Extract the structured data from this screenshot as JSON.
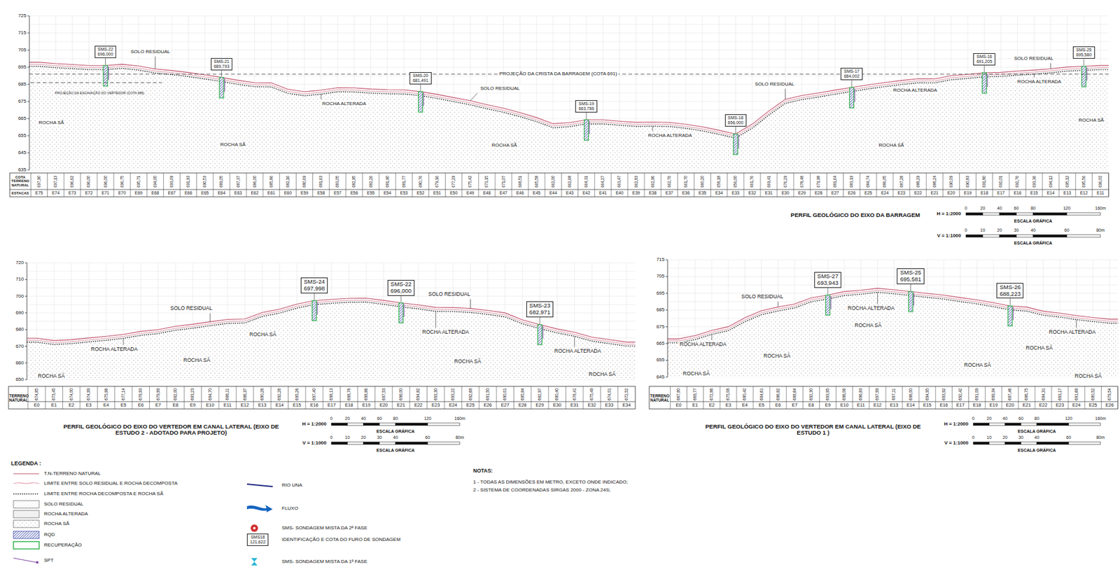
{
  "diagram": {
    "nodes": [
      {
        "text": [
          "SMS-22",
          "696,000"
        ]
      },
      {
        "text": [
          "SMS-21",
          "689,793"
        ]
      },
      {
        "text": [
          "SMS-20",
          "681,491"
        ]
      },
      {
        "text": [
          "SMS-19",
          "663,786"
        ]
      },
      {
        "text": [
          "SMS-18",
          "656,000"
        ]
      },
      {
        "text": [
          "SMS-17",
          "684,002"
        ]
      },
      {
        "text": [
          "SMS-16",
          "691,205"
        ]
      },
      {
        "text": [
          "SMS-25",
          "695,580"
        ]
      },
      {
        "text": [
          "SMS-24",
          "697,998"
        ]
      },
      {
        "text": [
          "SMS-22",
          "696,000"
        ]
      },
      {
        "text": [
          "SMS-23",
          "682,971"
        ]
      },
      {
        "text": [
          "SMS-27",
          "693,943"
        ]
      },
      {
        "text": [
          "SMS-25",
          "695,581"
        ]
      },
      {
        "text": [
          "SMS-26",
          "688,223"
        ]
      },
      {
        "text": [
          "SMS18",
          "121,622"
        ]
      }
    ],
    "labels": [
      "725",
      "715",
      "705",
      "695",
      "685",
      "675",
      "665",
      "655",
      "645",
      "635",
      "COTA TERRENO NATURAL",
      "ESTACAS",
      "697,90",
      "697,13",
      "696,62",
      "696,00",
      "696,00",
      "696,75",
      "695,71",
      "694,00",
      "693,09",
      "691,93",
      "690,53",
      "689,05",
      "687,37",
      "686,00",
      "685,86",
      "682,16",
      "680,69",
      "681,63",
      "683,05",
      "682,95",
      "682,26",
      "681,90",
      "681,77",
      "680,76",
      "679,16",
      "677,29",
      "675,42",
      "673,15",
      "671,07",
      "668,51",
      "665,58",
      "662,00",
      "662,68",
      "664,31",
      "664,27",
      "663,47",
      "662,83",
      "662,96",
      "662,76",
      "661,70",
      "660,20",
      "658,18",
      "656,00",
      "661,76",
      "669,41",
      "676,29",
      "678,48",
      "679,98",
      "681,64",
      "683,19",
      "684,74",
      "686,05",
      "687,28",
      "688,29",
      "688,24",
      "690,09",
      "690,83",
      "691,80",
      "692,01",
      "692,76",
      "693,36",
      "694,12",
      "695,12",
      "695,56",
      "696,02",
      "E75",
      "E74",
      "E73",
      "E72",
      "E71",
      "E70",
      "E69",
      "E68",
      "E67",
      "E66",
      "E65",
      "E64",
      "E63",
      "E62",
      "E61",
      "E60",
      "E59",
      "E58",
      "E57",
      "E56",
      "E55",
      "E54",
      "E53",
      "E52",
      "E51",
      "E50",
      "E49",
      "E48",
      "E47",
      "E46",
      "E45",
      "E44",
      "E43",
      "E42",
      "E41",
      "E40",
      "E39",
      "E38",
      "E37",
      "E36",
      "E35",
      "E34",
      "E33",
      "E32",
      "E31",
      "E30",
      "E29",
      "E28",
      "E27",
      "E26",
      "E25",
      "E24",
      "E23",
      "E22",
      "E21",
      "E20",
      "E19",
      "E18",
      "E17",
      "E16",
      "E15",
      "E14",
      "E13",
      "E12",
      "E11",
      "SOLO RESIDUAL",
      "PROJEÇÃO DA CRISTA DA BARRAGEM (COTA 691)",
      "PROJEÇÃO DA ESCAVAÇÃO DO VERTEDOR (COTA 686)",
      "ROCHA ALTERADA",
      "SOLO RESIDUAL",
      "ROCHA ALTERADA",
      "SOLO RESIDUAL",
      "ROCHA ALTERADA",
      "SOLO RESIDUAL",
      "ROCHA ALTERADA",
      "ROCHA SÃ",
      "ROCHA SÃ",
      "ROCHA SÃ",
      "ROCHA SÃ",
      "ROCHA SÃ",
      "PERFIL GEOLÓGICO DO EIXO DA BARRAGEM",
      "H = 1:2000",
      "0",
      "20",
      "40",
      "60",
      "80",
      "120",
      "160m",
      "ESCALA GRÁFICA",
      "V = 1:1000",
      "0",
      "10",
      "20",
      "30",
      "40",
      "60",
      "80m",
      "ESCALA GRÁFICA",
      "720",
      "710",
      "700",
      "690",
      "680",
      "670",
      "660",
      "650",
      "TERRENO NATURAL",
      "674,85",
      "673,45",
      "674,00",
      "674,99",
      "675,96",
      "677,14",
      "678,93",
      "679,99",
      "682,00",
      "683,23",
      "684,70",
      "686,11",
      "686,37",
      "690,26",
      "692,26",
      "695,26",
      "697,40",
      "698,13",
      "698,76",
      "698,86",
      "697,53",
      "696,00",
      "694,82",
      "693,30",
      "693,22",
      "692,68",
      "691,50",
      "690,01",
      "685,84",
      "682,97",
      "680,40",
      "678,41",
      "675,49",
      "674,01",
      "672,52",
      "E0",
      "E1",
      "E2",
      "E3",
      "E4",
      "E5",
      "E6",
      "E7",
      "E8",
      "E9",
      "E10",
      "E11",
      "E12",
      "E13",
      "E14",
      "E15",
      "E16",
      "E17",
      "E18",
      "E19",
      "E20",
      "E21",
      "E22",
      "E23",
      "E24",
      "E25",
      "E26",
      "E27",
      "E28",
      "E29",
      "E30",
      "E31",
      "E32",
      "E33",
      "E34",
      "SOLO RESIDUAL",
      "ROCHA ALTERADA",
      "ROCHA SÃ",
      "ROCHA SÃ",
      "SOLO RESIDUAL",
      "ROCHA ALTERADA",
      "ROCHA SÃ",
      "ROCHA ALTERADA",
      "ROCHA SÃ",
      "ROCHA SÃ",
      "PERFIL GEOLÓGICO DO EIXO DO VERTEDOR EM CANAL LATERAL (EIXO DE ESTUDO 2 - ADOTADO PARA PROJETO)",
      "H = 1:2000",
      "0",
      "20",
      "40",
      "60",
      "80",
      "120",
      "160m",
      "ESCALA GRÁFICA",
      "V = 1:1000",
      "0",
      "10",
      "20",
      "30",
      "40",
      "60",
      "80m",
      "ESCALA GRÁFICA",
      "715",
      "705",
      "695",
      "685",
      "675",
      "665",
      "655",
      "645",
      "TERRENO NATURAL",
      "667,80",
      "669,77",
      "672,86",
      "675,08",
      "680,42",
      "684,61",
      "686,82",
      "688,64",
      "692,30",
      "693,95",
      "696,06",
      "696,83",
      "697,99",
      "697,11",
      "696,00",
      "694,95",
      "693,92",
      "692,42",
      "691,09",
      "689,34",
      "687,46",
      "686,75",
      "684,31",
      "683,17",
      "681,68",
      "680,52",
      "679,54",
      "E0",
      "E1",
      "E2",
      "E3",
      "E4",
      "E5",
      "E6",
      "E7",
      "E8",
      "E9",
      "E10",
      "E11",
      "E12",
      "E13",
      "E14",
      "E15",
      "E16",
      "E17",
      "E18",
      "E19",
      "E20",
      "E21",
      "E22",
      "E23",
      "E24",
      "E25",
      "E26",
      "SOLO RESIDUAL",
      "ROCHA ALTERADA",
      "ROCHA SÃ",
      "ROCHA ALTERADA",
      "ROCHA SÃ",
      "ROCHA SÃ",
      "ROCHA ALTERADA",
      "ROCHA SÃ",
      "ROCHA SÃ",
      "ROCHA SÃ",
      "PERFIL GEOLÓGICO DO EIXO DO VERTEDOR EM CANAL LATERAL (EIXO DE ESTUDO 1 )",
      "H = 1:2000",
      "0",
      "20",
      "40",
      "60",
      "80",
      "120",
      "160m",
      "ESCALA GRÁFICA",
      "V = 1:1000",
      "0",
      "10",
      "20",
      "30",
      "40",
      "60",
      "80m",
      "ESCALA GRÁFICA",
      "LEGENDA :",
      "NOTAS:",
      "1 - TODAS AS DIMENSÕES EM METRO, EXCETO ONDE INDICADO;",
      "2 - SISTEMA DE COORDENADAS SIRGAS 2000 - ZONA 24S;"
    ],
    "legend": [
      {
        "text": "T.N-TERRENO NATURAL"
      },
      {
        "text": "LIMITE ENTRE SOLO RESIDUAL E ROCHA DECOMPOSTA"
      },
      {
        "text": "LIMITE ENTRE ROCHA DECOMPOSTA E ROCHA SÃ"
      },
      {
        "text": "SOLO RESIDUAL"
      },
      {
        "text": "ROCHA ALTERADA"
      },
      {
        "text": "ROCHA SÃ"
      },
      {
        "text": "RQD"
      },
      {
        "text": "RECUPERAÇÃO"
      },
      {
        "text": "SPT"
      },
      {
        "text": "RIO UNA"
      },
      {
        "text": "FLUXO"
      },
      {
        "text": "SMS- SONDAGEM MISTA DA 2ª FASE"
      },
      {
        "text": "IDENTIFICAÇÃO E COTA DO FURO DE SONDAGEM"
      },
      {
        "text": "SMS- SONDAGEM MISTA DA 1ª FASE"
      }
    ]
  }
}
